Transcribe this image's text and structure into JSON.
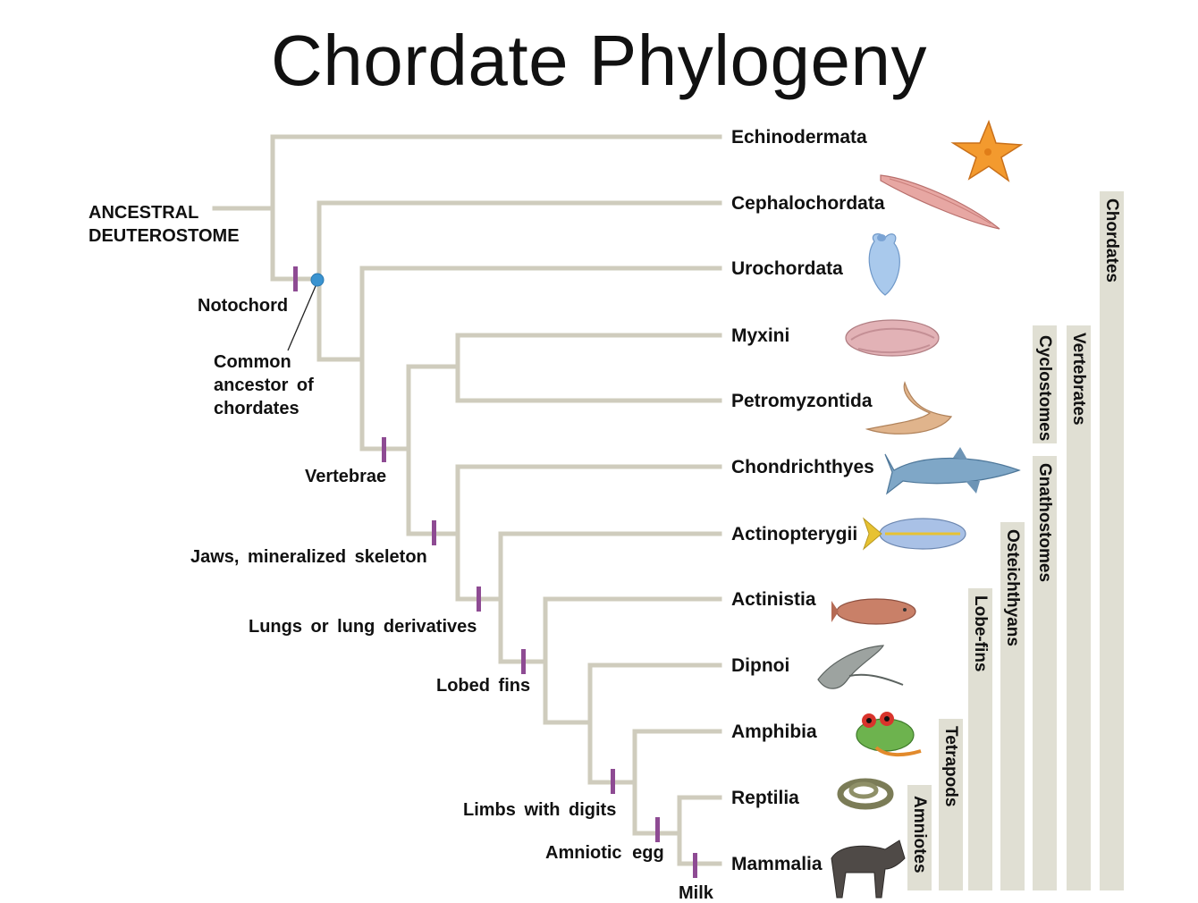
{
  "title": "Chordate Phylogeny",
  "root_label": [
    "ANCESTRAL",
    "DEUTEROSTOME"
  ],
  "taxa": [
    {
      "name": "Echinodermata",
      "icon": "starfish-icon"
    },
    {
      "name": "Cephalochordata",
      "icon": "lancelet-icon"
    },
    {
      "name": "Urochordata",
      "icon": "tunicate-icon"
    },
    {
      "name": "Myxini",
      "icon": "hagfish-icon"
    },
    {
      "name": "Petromyzontida",
      "icon": "lamprey-icon"
    },
    {
      "name": "Chondrichthyes",
      "icon": "shark-icon"
    },
    {
      "name": "Actinopterygii",
      "icon": "ray-finned-fish-icon"
    },
    {
      "name": "Actinistia",
      "icon": "coelacanth-icon"
    },
    {
      "name": "Dipnoi",
      "icon": "lungfish-icon"
    },
    {
      "name": "Amphibia",
      "icon": "frog-icon"
    },
    {
      "name": "Reptilia",
      "icon": "snake-icon"
    },
    {
      "name": "Mammalia",
      "icon": "wildebeest-icon"
    }
  ],
  "traits": {
    "notochord": "Notochord",
    "common_ancestor": [
      "Common",
      "ancestor of",
      "chordates"
    ],
    "vertebrae": "Vertebrae",
    "jaws": "Jaws, mineralized skeleton",
    "lungs": "Lungs or lung derivatives",
    "lobed_fins": "Lobed fins",
    "limbs": "Limbs with digits",
    "amniotic_egg": "Amniotic egg",
    "milk": "Milk"
  },
  "clades": {
    "chordates": "Chordates",
    "vertebrates": "Vertebrates",
    "cyclostomes": "Cyclostomes",
    "gnathostomes": "Gnathostomes",
    "osteichthyans": "Osteichthyans",
    "lobe_fins": "Lobe-fins",
    "tetrapods": "Tetrapods",
    "amniotes": "Amniotes"
  },
  "colors": {
    "branch": "#cfccbd",
    "trait_mark": "#8e4b93",
    "ancestor_dot": "#3a93d0",
    "clade_bar": "#e0dfd3"
  }
}
